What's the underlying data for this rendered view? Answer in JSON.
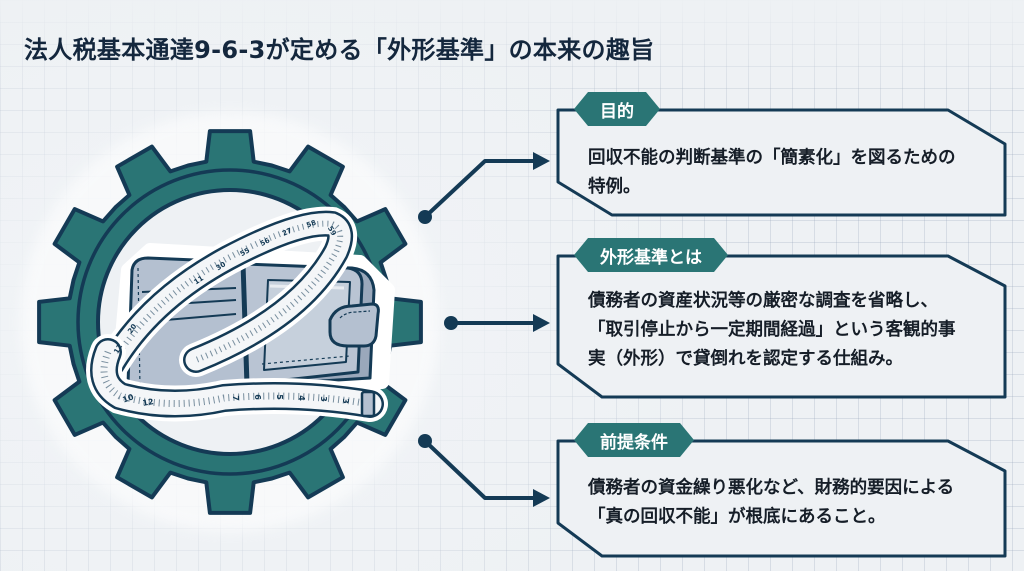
{
  "title": "法人税基本通達9-6-3が定める「外形基準」の本来の趣旨",
  "colors": {
    "teal": "#2a7575",
    "navy": "#143a55",
    "text": "#161e28",
    "card_bg": "#eef1f4",
    "wallet": "#b4c0d0",
    "tape": "#f4f6f8"
  },
  "illustration": {
    "icons": [
      "gear-icon",
      "wallet-icon",
      "measuring-tape-icon"
    ],
    "tape_labels_upper": [
      "11",
      "20",
      "11",
      "30",
      "55",
      "56",
      "27",
      "58",
      "59"
    ],
    "tape_labels_lower": [
      "12",
      "10",
      "7",
      "6",
      "5",
      "4",
      "3",
      "3"
    ]
  },
  "cards": [
    {
      "tab": "目的",
      "lines": [
        "回収不能の判断基準の「簡素化」を図るための",
        "特例。"
      ]
    },
    {
      "tab": "外形基準とは",
      "lines": [
        "債務者の資産状況等の厳密な調査を省略し、",
        "「取引停止から一定期間経過」という客観的事",
        "実（外形）で貸倒れを認定する仕組み。"
      ]
    },
    {
      "tab": "前提条件",
      "lines": [
        "債務者の資金繰り悪化など、財務的要因による",
        "「真の回収不能」が根底にあること。"
      ]
    }
  ]
}
